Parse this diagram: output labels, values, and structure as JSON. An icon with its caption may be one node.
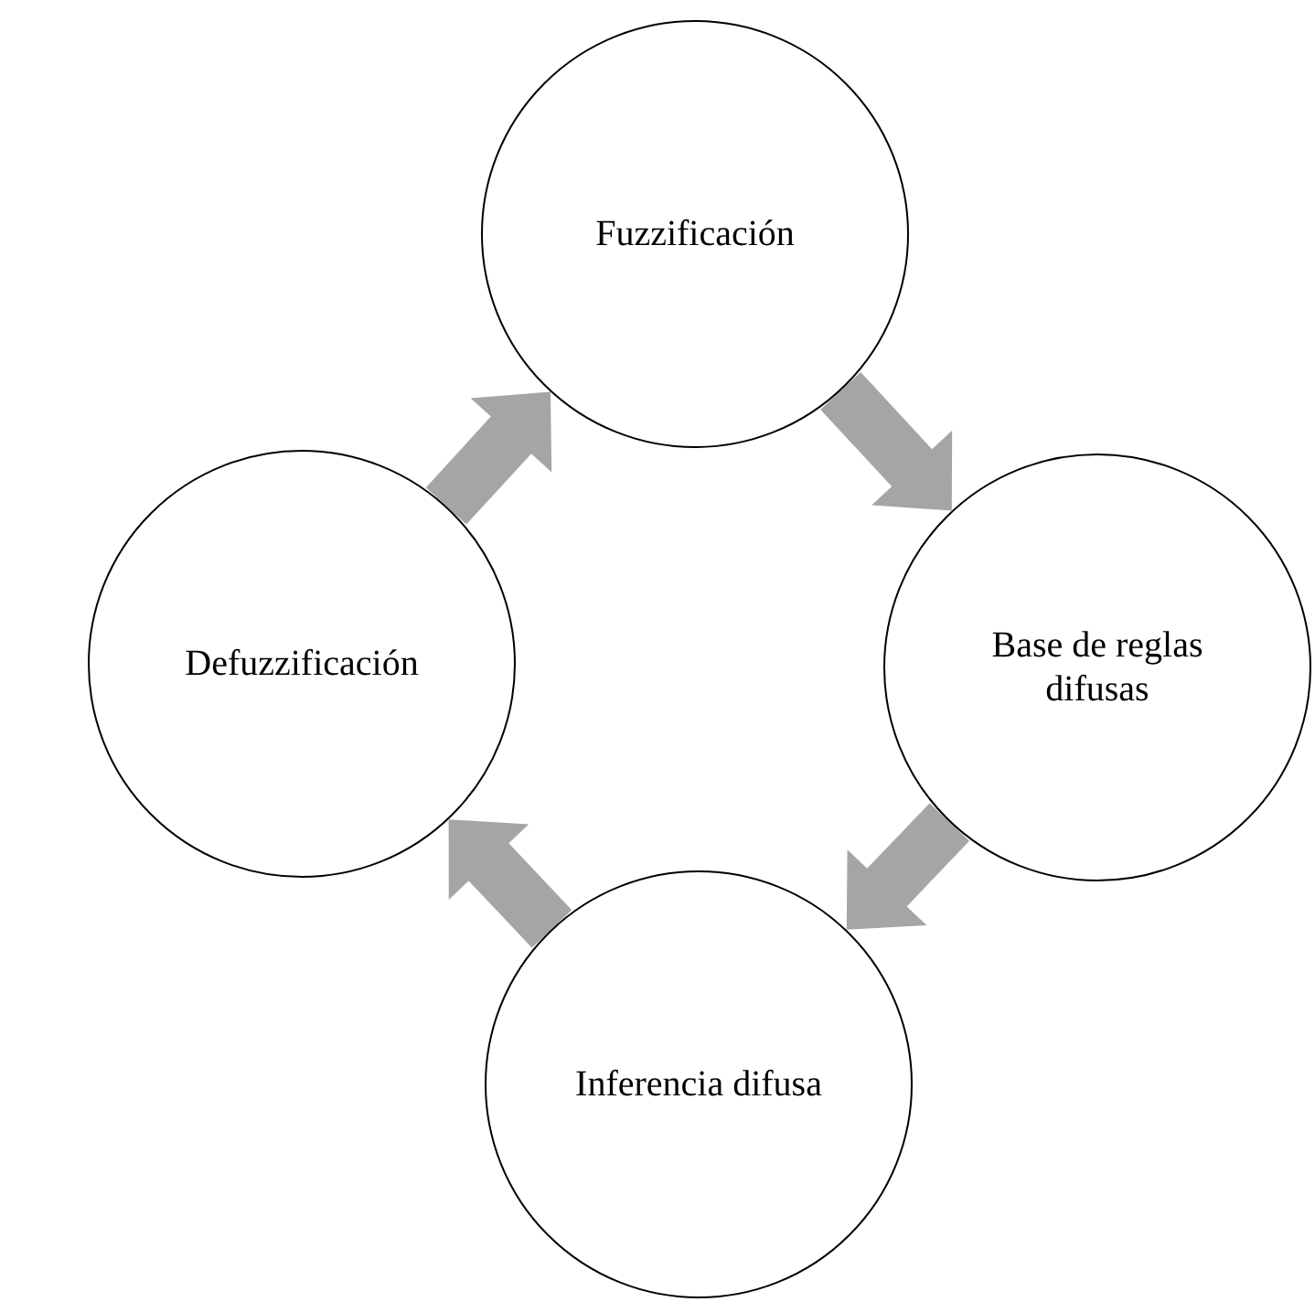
{
  "diagram": {
    "nodes": [
      {
        "text": [
          "Fuzzificación"
        ]
      },
      {
        "text": [
          "Base de reglas difusas"
        ]
      },
      {
        "text": [
          "Inferencia difusa"
        ]
      },
      {
        "text": [
          "Defuzzificación"
        ]
      }
    ],
    "edges": [
      {
        "from": 0,
        "to": 1,
        "arrow": "to",
        "color": "#a5a5a5"
      },
      {
        "from": 1,
        "to": 2,
        "arrow": "to",
        "color": "#a5a5a5"
      },
      {
        "from": 2,
        "to": 3,
        "arrow": "to",
        "color": "#a5a5a5"
      },
      {
        "from": 3,
        "to": 0,
        "arrow": "to",
        "color": "#a5a5a5"
      }
    ]
  }
}
